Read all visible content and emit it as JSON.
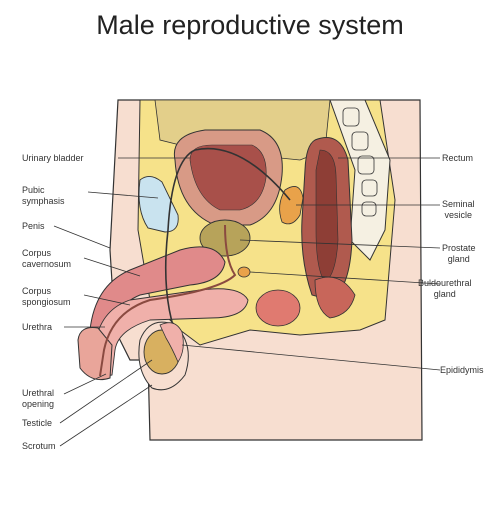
{
  "title": "Male reproductive system",
  "labels": {
    "urinary_bladder": "Urinary bladder",
    "pubic_symphasis": "Pubic\nsymphasis",
    "penis": "Penis",
    "corpus_cavernosum": "Corpus\ncavernosum",
    "corpus_spongiosum": "Corpus\nspongiosum",
    "urethra": "Urethra",
    "urethral_opening": "Urethral\nopening",
    "testicle": "Testicle",
    "scrotum": "Scrotum",
    "rectum": "Rectum",
    "seminal_vesicle": "Seminal\nvesicle",
    "prostate_gland": "Prostate\ngland",
    "bulbourethral_gland": "Buldourethral\ngland",
    "epididymis": "Epididymis"
  },
  "colors": {
    "skin": "#f7ded0",
    "fat": "#f6e28a",
    "bladder_outer": "#d89a86",
    "bladder_inner": "#a8504a",
    "rectum": "#b05a4e",
    "rectum_dark": "#8e3e36",
    "bone": "#f5f0e2",
    "symphysis": "#c9e3ef",
    "prostate": "#b7a35a",
    "seminal": "#e9a24a",
    "cavernosum": "#e08a8a",
    "spongiosum": "#f0b0aa",
    "testicle": "#d8b060",
    "muscle": "#e07a70",
    "abdomen": "#e3cf8a"
  }
}
